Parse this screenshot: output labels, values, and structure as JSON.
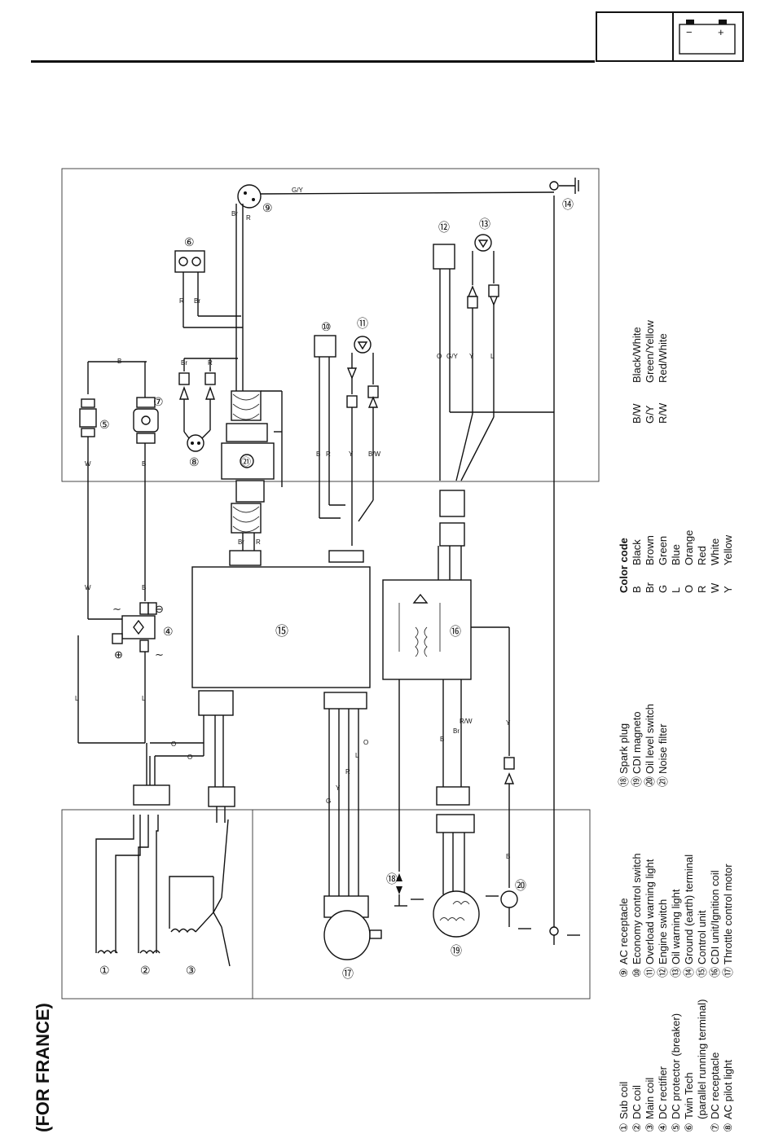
{
  "header": {
    "battery_minus": "−",
    "battery_plus": "+"
  },
  "title": "(FOR FRANCE)",
  "legend_numbered": [
    {
      "num": "①",
      "label": "Sub coil"
    },
    {
      "num": "②",
      "label": "DC coil"
    },
    {
      "num": "③",
      "label": "Main coil"
    },
    {
      "num": "④",
      "label": "DC rectifier"
    },
    {
      "num": "⑤",
      "label": "DC protector (breaker)"
    },
    {
      "num": "⑥",
      "label": "Twin Tech"
    },
    {
      "num": "",
      "label": "(parallel running terminal)"
    },
    {
      "num": "⑦",
      "label": "DC receptacle"
    },
    {
      "num": "⑧",
      "label": "AC pilot  light"
    }
  ],
  "legend_numbered_2": [
    {
      "num": "⑨",
      "label": "AC receptacle"
    },
    {
      "num": "⑩",
      "label": "Economy control switch"
    },
    {
      "num": "⑪",
      "label": "Overload warning light"
    },
    {
      "num": "⑫",
      "label": "Engine switch"
    },
    {
      "num": "⑬",
      "label": "Oil warning light"
    },
    {
      "num": "⑭",
      "label": "Ground (earth) terminal"
    },
    {
      "num": "⑮",
      "label": "Control unit"
    },
    {
      "num": "⑯",
      "label": "CDI unit/Ignition coil"
    },
    {
      "num": "⑰",
      "label": "Throttle control motor"
    }
  ],
  "legend_numbered_3": [
    {
      "num": "⑱",
      "label": "Spark plug"
    },
    {
      "num": "⑲",
      "label": "CDI magneto"
    },
    {
      "num": "⑳",
      "label": "Oil level switch"
    },
    {
      "num": "㉑",
      "label": "Noise filter"
    }
  ],
  "color_code": {
    "heading": "Color code",
    "items": [
      {
        "code": "B",
        "name": "Black"
      },
      {
        "code": "Br",
        "name": "Brown"
      },
      {
        "code": "G",
        "name": "Green"
      },
      {
        "code": "L",
        "name": "Blue"
      },
      {
        "code": "O",
        "name": "Orange"
      },
      {
        "code": "R",
        "name": "Red"
      },
      {
        "code": "W",
        "name": "White"
      },
      {
        "code": "Y",
        "name": "Yellow"
      }
    ],
    "dual": [
      {
        "code": "B/W",
        "name": "Black/White"
      },
      {
        "code": "G/Y",
        "name": "Green/Yellow"
      },
      {
        "code": "R/W",
        "name": "Red/White"
      }
    ]
  },
  "component_numbers": {
    "c1": "①",
    "c2": "②",
    "c3": "③",
    "c4": "④",
    "c5": "⑤",
    "c6": "⑥",
    "c7": "⑦",
    "c8": "⑧",
    "c9": "⑨",
    "c10": "⑩",
    "c11": "⑪",
    "c12": "⑫",
    "c13": "⑬",
    "c14": "⑭",
    "c15": "⑮",
    "c16": "⑯",
    "c17": "⑰",
    "c18": "⑱",
    "c19": "⑲",
    "c20": "⑳",
    "c21": "㉑"
  },
  "wire_labels": {
    "W": "W",
    "B": "B",
    "L": "L",
    "O": "O",
    "R": "R",
    "Br": "Br",
    "Y": "Y",
    "G": "G",
    "GY": "G/Y",
    "BW": "B/W",
    "RW": "R/W"
  },
  "terminal_marks": {
    "plus": "⊕",
    "tilde": "∼",
    "minus": "⊖"
  }
}
